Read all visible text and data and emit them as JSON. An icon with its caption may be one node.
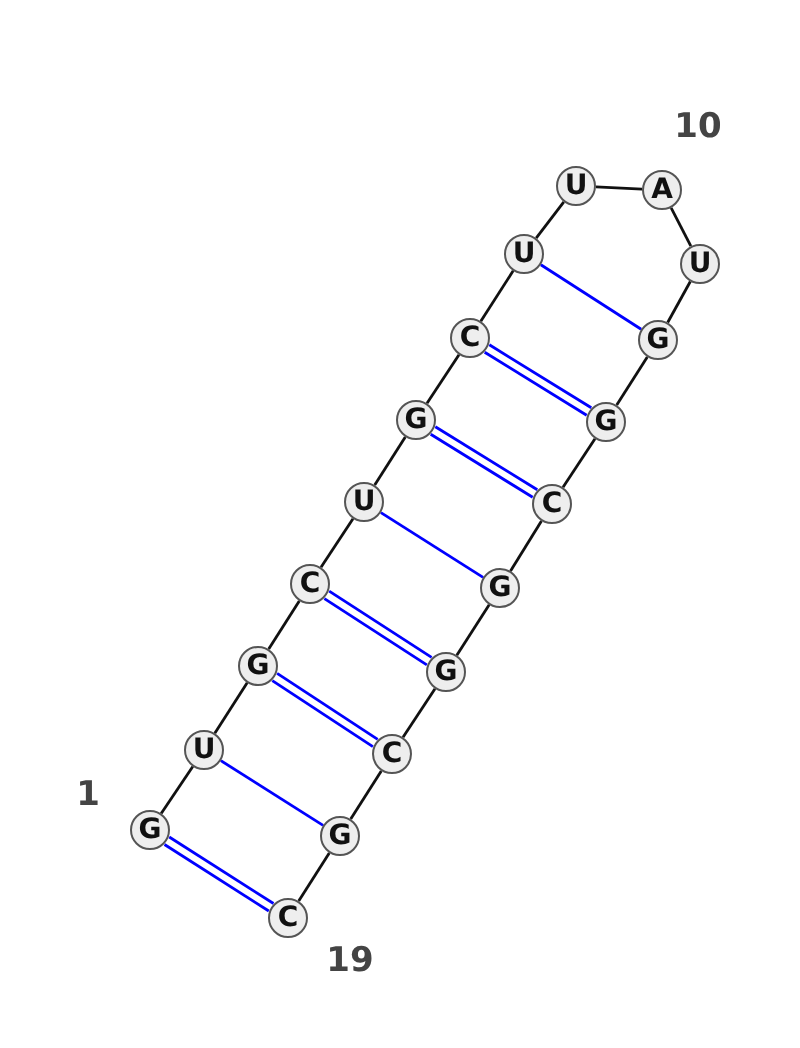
{
  "diagram": {
    "nodes": [
      {
        "text": [
          "G"
        ],
        "beside": [
          "1"
        ]
      },
      {
        "text": [
          "U"
        ]
      },
      {
        "text": [
          "G"
        ]
      },
      {
        "text": [
          "C"
        ]
      },
      {
        "text": [
          "U"
        ]
      },
      {
        "text": [
          "G"
        ]
      },
      {
        "text": [
          "C"
        ]
      },
      {
        "text": [
          "U"
        ]
      },
      {
        "text": [
          "U"
        ]
      },
      {
        "text": [
          "A"
        ],
        "beside": [
          "10"
        ]
      },
      {
        "text": [
          "U"
        ]
      },
      {
        "text": [
          "G"
        ]
      },
      {
        "text": [
          "G"
        ]
      },
      {
        "text": [
          "C"
        ]
      },
      {
        "text": [
          "G"
        ]
      },
      {
        "text": [
          "G"
        ]
      },
      {
        "text": [
          "C"
        ]
      },
      {
        "text": [
          "G"
        ]
      },
      {
        "text": [
          "C"
        ],
        "beside": [
          "19"
        ]
      }
    ],
    "edges": [
      {
        "from": 0,
        "to": 1,
        "arrow": "none"
      },
      {
        "from": 1,
        "to": 2,
        "arrow": "none"
      },
      {
        "from": 2,
        "to": 3,
        "arrow": "none"
      },
      {
        "from": 3,
        "to": 4,
        "arrow": "none"
      },
      {
        "from": 4,
        "to": 5,
        "arrow": "none"
      },
      {
        "from": 5,
        "to": 6,
        "arrow": "none"
      },
      {
        "from": 6,
        "to": 7,
        "arrow": "none"
      },
      {
        "from": 7,
        "to": 8,
        "arrow": "none"
      },
      {
        "from": 8,
        "to": 9,
        "arrow": "none"
      },
      {
        "from": 9,
        "to": 10,
        "arrow": "none"
      },
      {
        "from": 10,
        "to": 11,
        "arrow": "none"
      },
      {
        "from": 11,
        "to": 12,
        "arrow": "none"
      },
      {
        "from": 12,
        "to": 13,
        "arrow": "none"
      },
      {
        "from": 13,
        "to": 14,
        "arrow": "none"
      },
      {
        "from": 14,
        "to": 15,
        "arrow": "none"
      },
      {
        "from": 15,
        "to": 16,
        "arrow": "none"
      },
      {
        "from": 16,
        "to": 17,
        "arrow": "none"
      },
      {
        "from": 17,
        "to": 18,
        "arrow": "none"
      },
      {
        "from": 0,
        "to": 18,
        "arrow": "none",
        "color": "#0000ff"
      },
      {
        "from": 0,
        "to": 18,
        "arrow": "none",
        "color": "#0000ff"
      },
      {
        "from": 1,
        "to": 17,
        "arrow": "none",
        "color": "#0000ff"
      },
      {
        "from": 2,
        "to": 16,
        "arrow": "none",
        "color": "#0000ff"
      },
      {
        "from": 2,
        "to": 16,
        "arrow": "none",
        "color": "#0000ff"
      },
      {
        "from": 3,
        "to": 15,
        "arrow": "none",
        "color": "#0000ff"
      },
      {
        "from": 3,
        "to": 15,
        "arrow": "none",
        "color": "#0000ff"
      },
      {
        "from": 4,
        "to": 14,
        "arrow": "none",
        "color": "#0000ff"
      },
      {
        "from": 5,
        "to": 13,
        "arrow": "none",
        "color": "#0000ff"
      },
      {
        "from": 5,
        "to": 13,
        "arrow": "none",
        "color": "#0000ff"
      },
      {
        "from": 6,
        "to": 12,
        "arrow": "none",
        "color": "#0000ff"
      },
      {
        "from": 6,
        "to": 12,
        "arrow": "none",
        "color": "#0000ff"
      },
      {
        "from": 7,
        "to": 11,
        "arrow": "none",
        "color": "#0000ff"
      }
    ]
  }
}
